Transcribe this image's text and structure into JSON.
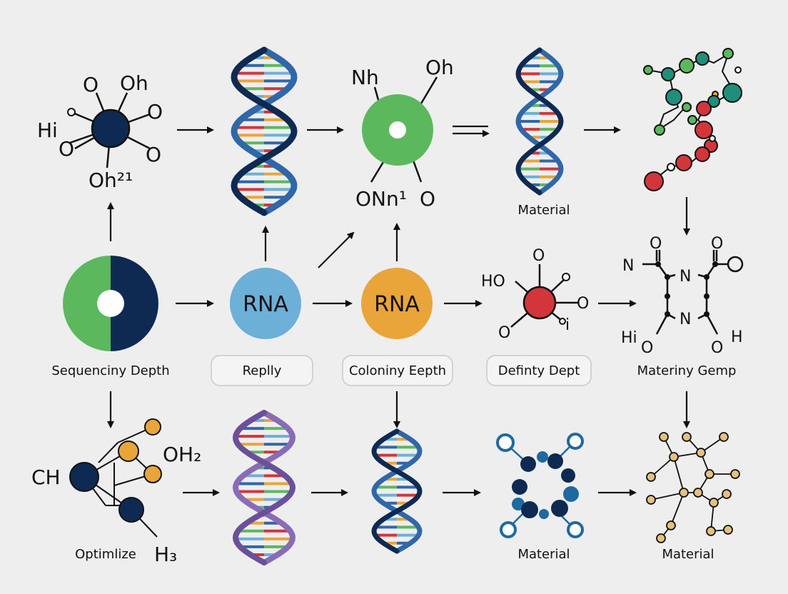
{
  "colors": {
    "navy": "#0f2a52",
    "blue": "#2f67a8",
    "purple": "#8a6bb5",
    "green": "#5cb85c",
    "light_blue": "#6cb0d8",
    "orange": "#eaa53a",
    "red": "#d2363a",
    "teal": "#1f8f7a",
    "tan": "#e6c07f",
    "background": "#eeeeef"
  },
  "top_left_molecule": {
    "labels": [
      "O",
      "Oh",
      "Hi",
      "O",
      "O",
      "O",
      "Oh²¹"
    ]
  },
  "top_center_molecule": {
    "labels": [
      "Nh",
      "Oh",
      "ONn¹",
      "O"
    ]
  },
  "top_right_helix_caption": "Material",
  "middle_row": {
    "donut_caption": "Sequenciny Depth",
    "rna_blue_text": "RNA",
    "rna_blue_caption": "Replly",
    "rna_orange_text": "RNA",
    "rna_orange_caption": "Coloniny Eepth",
    "red_molecule_labels": [
      "O",
      "HO",
      "O",
      "O",
      "i"
    ],
    "red_molecule_caption": "Definty Dept",
    "ring_labels": [
      "N",
      "O",
      "N",
      "N",
      "O",
      "Hi",
      "O",
      "O",
      "H"
    ],
    "ring_caption": "Materiny Gemp"
  },
  "bottom_row": {
    "left_molecule_labels": [
      "CH",
      "OH₂",
      "H₃"
    ],
    "left_caption": "Optimlize",
    "ring_network_caption": "Material",
    "tan_network_caption": "Material"
  }
}
